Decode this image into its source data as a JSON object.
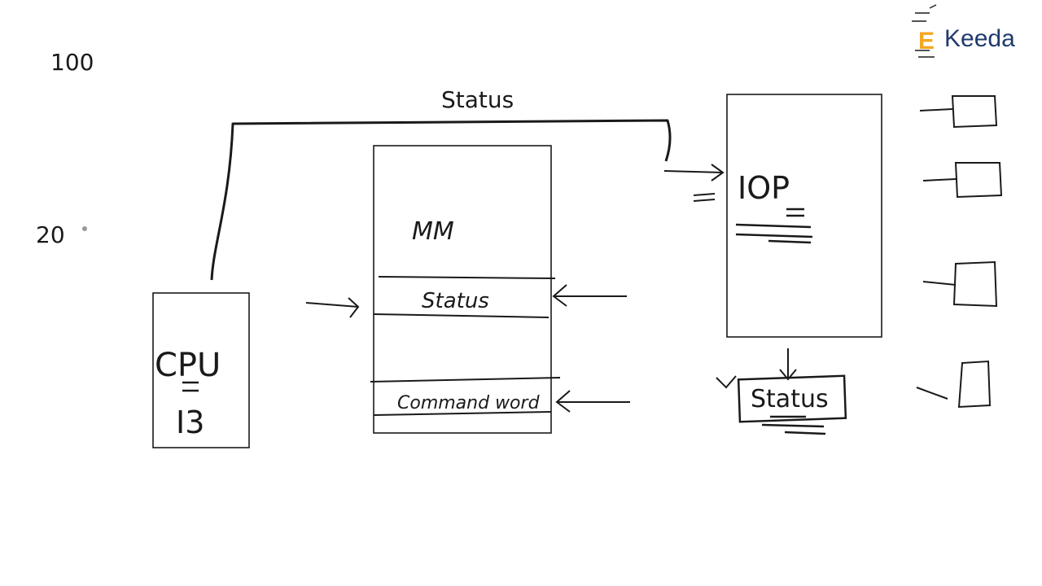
{
  "logo": {
    "letter": "E",
    "text": "Keeda",
    "letter_color": "#f5a623",
    "text_color": "#1f3a6e"
  },
  "notes": {
    "n1": "100",
    "n2": "20"
  },
  "bus_label": "Status",
  "cpu": {
    "label": "CPU",
    "sub": "I3"
  },
  "memory": {
    "label": "MM",
    "status_row": "Status",
    "command_row": "Command word"
  },
  "iop": {
    "label": "IOP",
    "status_box": "Status"
  },
  "colors": {
    "ink": "#1a1a1a",
    "background": "#ffffff"
  }
}
